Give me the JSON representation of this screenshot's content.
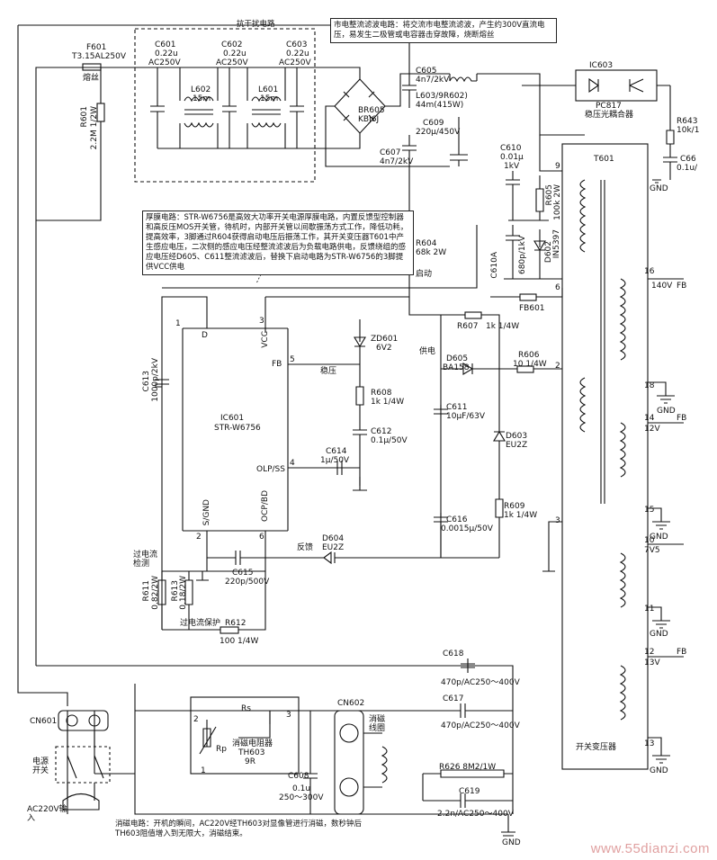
{
  "notes": {
    "emi": "抗干扰电路",
    "rect": "市电整流滤波电路：将交流市电整流滤波，产生约300V直流电压，易发生二极管或电容器击穿故障，烧断熔丝",
    "thick": "厚膜电路：STR-W6756是高效大功率开关电源厚膜电路，内置反馈型控制器和高反压MOS开关管，待机时，内部开关管以间歇振荡方式工作，降低功耗，提高效率，3脚通过R604获得启动电压后振荡工作，其开关变压器T601中产生感应电压，二次侧的感应电压经整流滤波后为负载电路供电，反馈绕组的感应电压经D605、C611整流滤波后，替换下启动电路为STR-W6756的3脚提供VCC供电",
    "degauss": "消磁电路：开机的瞬间，AC220V经TH603对显像管进行消磁，数秒钟后TH603阻值增入到无限大，消磁结束。"
  },
  "components": {
    "F601": "F601",
    "F601v": "T3.15AL250V",
    "fuse": "熔丝",
    "R601": "R601",
    "R601v": "2.2M 1/2W",
    "C601": "C601",
    "C601a": "0.22u",
    "C601b": "AC250V",
    "C602": "C602",
    "C602a": "0.22u",
    "C602b": "AC250V",
    "C603": "C603",
    "C603a": "0.22u",
    "C603b": "AC250V",
    "L602": "L602",
    "L602v": "15m",
    "L601": "L601",
    "L601v": "15m",
    "BR605": "BR605",
    "BR605v": "KBJ6J",
    "C605": "C605",
    "C605v": "4n7/2kV",
    "L603": "L603/9R602)",
    "L603v": "44m(415W)",
    "C609": "C609",
    "C609v": "220μ/450V",
    "C607": "C607",
    "C607v": "4n7/2kV",
    "IC603": "IC603",
    "PC817": "PC817",
    "PC817d": "稳压光耦合器",
    "R643": "R643",
    "R643v": "10k/1",
    "C66": "C66",
    "C66v": "0.1u/",
    "GND": "GND",
    "C610": "C610",
    "C610a": "0.01μ",
    "C610b": "1kV",
    "R605": "R605",
    "R605v": "100k 2W",
    "C610A": "C610A",
    "C610Av": "680p/1kV",
    "D602": "D602",
    "D602v": "IN5397",
    "FB601": "FB601",
    "R604": "R604",
    "R604v": "68k 2W",
    "qd": "启动",
    "T601": "T601",
    "C613": "C613",
    "C613v": "1000p/2kV",
    "IC601": "IC601",
    "IC601v": "STR-W6756",
    "D": "D",
    "VCC": "VCC",
    "FB": "FB",
    "OLP": "OLP/SS",
    "SGND": "S/GND",
    "OCP": "OCP/BD",
    "p3": "3",
    "p5": "5",
    "p4": "4",
    "p2": "2",
    "p6": "6",
    "p1": "1",
    "ZD601": "ZD601",
    "ZD601v": "6V2",
    "wy": "稳压",
    "R608": "R608",
    "R608v": "1k 1/4W",
    "C612": "C612",
    "C612v": "0.1μ/50V",
    "C614": "C614",
    "C614v": "1μ/50V",
    "gd": "供电",
    "D605": "D605",
    "D605v": "BA158",
    "R606": "R606",
    "R606v": "10 1/4W",
    "R607": "R607",
    "R607v": "1k 1/4W",
    "C611": "C611",
    "C611v": "10μF/63V",
    "D603": "D603",
    "D603v": "EU2Z",
    "R609": "R609",
    "R609v": "1k 1/4W",
    "C616": "C616",
    "C616v": "0.0015μ/50V",
    "D604": "D604",
    "D604v": "EU2Z",
    "fk": "反馈",
    "gljc": "过电流检测",
    "C615": "C615",
    "C615v": "220p/500V",
    "R611": "R611",
    "R611v": "0.82/2W",
    "R613": "R613",
    "R613v": "0.18/2W",
    "glbh": "过电流保护",
    "R612": "R612",
    "R612v": "100 1/4W",
    "C618": "C618",
    "C618v": "470p/AC250～400V",
    "C617": "C617",
    "C617v": "470p/AC250～400V",
    "CN601": "CN601",
    "CN602": "CN602",
    "dykg": "电源开关",
    "ac": "AC220V输入",
    "Rs": "Rs",
    "Rp": "Rp",
    "TH603": "消磁电阻器",
    "TH603b": "TH603",
    "TH603v": "9R",
    "t2": "2",
    "t1": "1",
    "t3": "3",
    "C608": "C608",
    "C608v": "0.1u",
    "C608w": "250～300V",
    "xcxq": "消磁线圈",
    "R626": "R626 8M2/1W",
    "C619": "C619",
    "C619v": "2.2n/AC250～400V",
    "kgby": "开关变压器",
    "n9": "9",
    "n6": "6",
    "n2": "2",
    "n3": "3",
    "n16": "16",
    "n18": "18",
    "n14": "14",
    "n15": "15",
    "n10": "10",
    "n11": "11",
    "n12": "12",
    "n13": "13",
    "v140": "140V",
    "v12": "12V",
    "v75": "7V5",
    "v13": "13V",
    "fb": "FB",
    "fb2": "FB",
    "fb3": "FB"
  },
  "watermark": "www.55dianzi.com"
}
